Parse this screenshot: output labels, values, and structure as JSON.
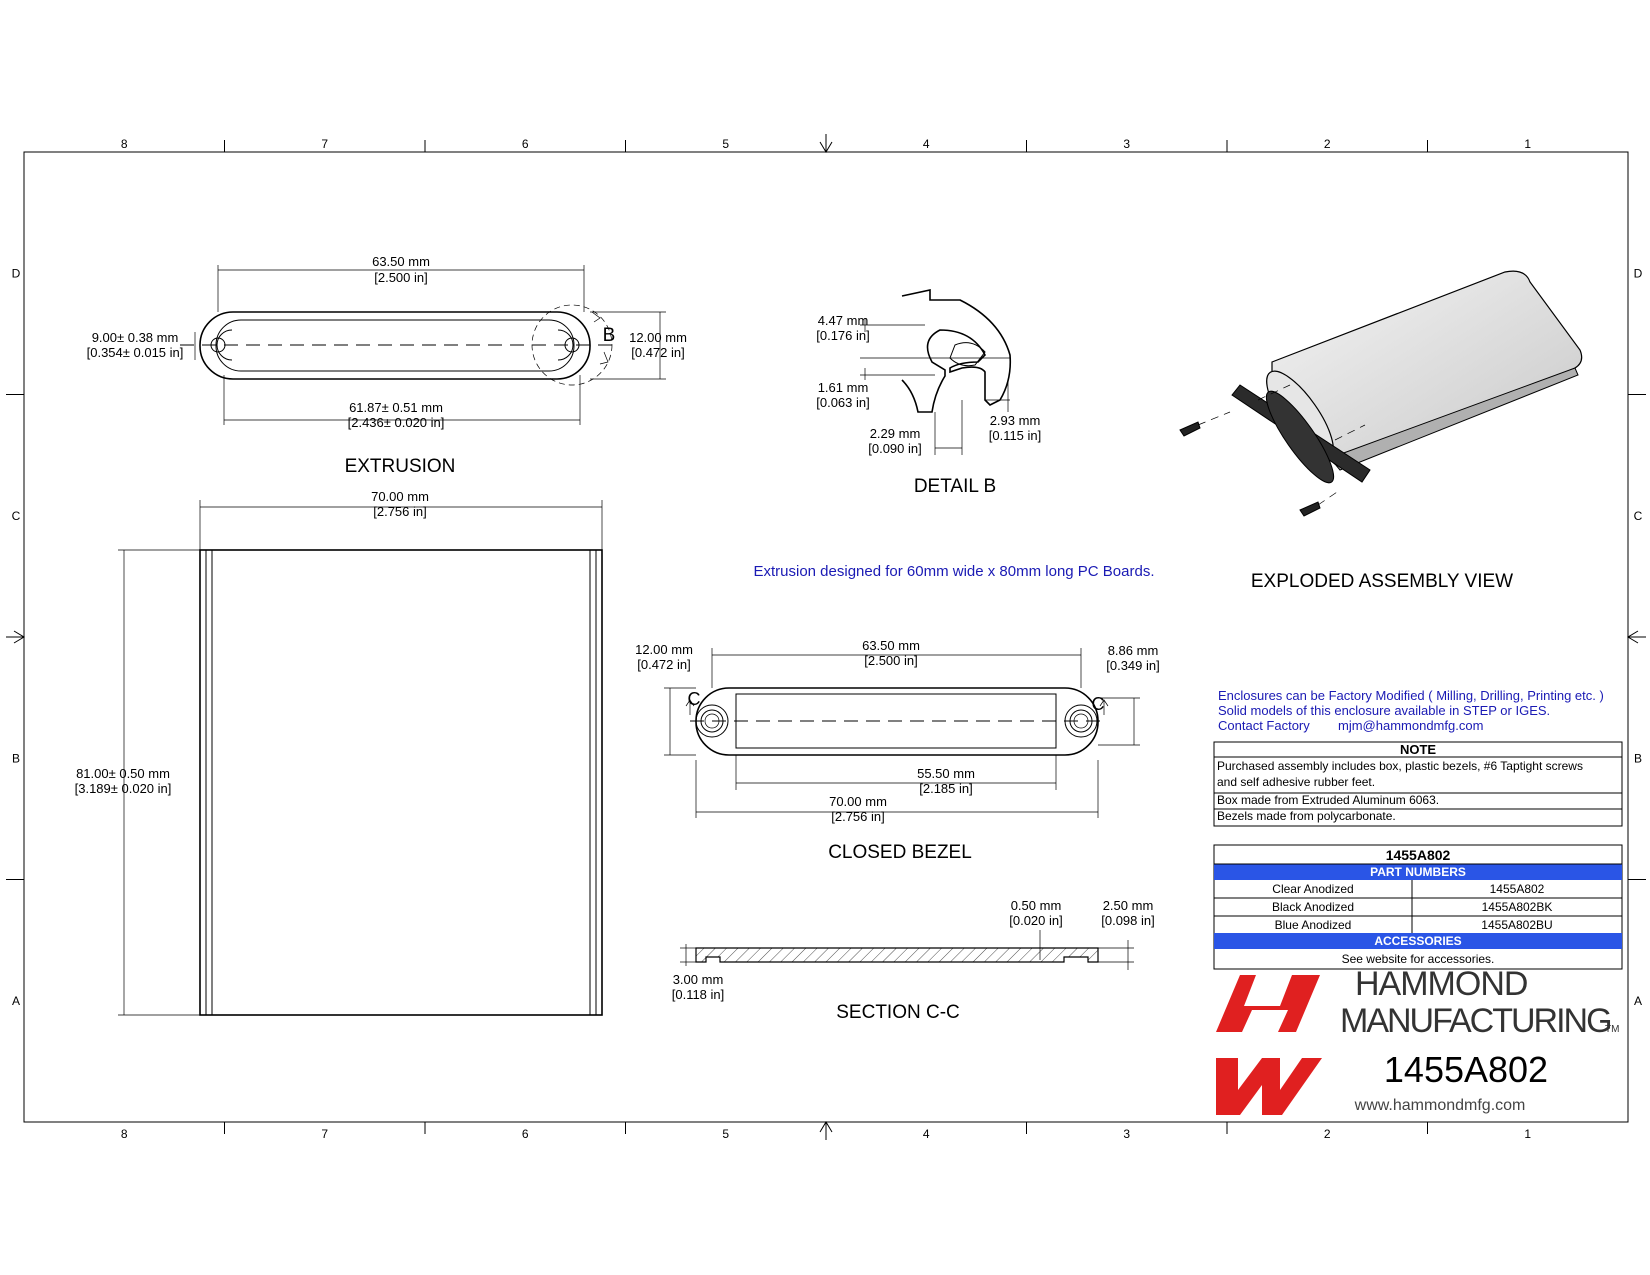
{
  "zones": {
    "columns": [
      "8",
      "7",
      "6",
      "5",
      "4",
      "3",
      "2",
      "1"
    ],
    "rows": [
      "D",
      "C",
      "B",
      "A"
    ]
  },
  "views": {
    "extrusion": {
      "title": "EXTRUSION",
      "width_mm": "63.50 mm",
      "width_in": "[2.500 in]",
      "height_mm": "12.00 mm",
      "height_in": "[0.472 in]",
      "slot_mm": "9.00± 0.38 mm",
      "slot_in": "[0.354± 0.015 in]",
      "inner_mm": "61.87± 0.51 mm",
      "inner_in": "[2.436± 0.020 in]",
      "detail_tag": "B"
    },
    "detail_b": {
      "title": "DETAIL  B",
      "d1_mm": "4.47 mm",
      "d1_in": "[0.176 in]",
      "d2_mm": "1.61 mm",
      "d2_in": "[0.063 in]",
      "d3_mm": "2.93 mm",
      "d3_in": "[0.115 in]",
      "d4_mm": "2.29 mm",
      "d4_in": "[0.090 in]"
    },
    "exploded": {
      "title": "EXPLODED ASSEMBLY VIEW"
    },
    "side": {
      "width_mm": "70.00 mm",
      "width_in": "[2.756 in]",
      "length_mm": "81.00± 0.50 mm",
      "length_in": "[3.189± 0.020 in]"
    },
    "closed_bezel": {
      "title": "CLOSED BEZEL",
      "h_mm": "12.00 mm",
      "h_in": "[0.472 in]",
      "w_mm": "63.50 mm",
      "w_in": "[2.500 in]",
      "r_mm": "8.86 mm",
      "r_in": "[0.349 in]",
      "inner_mm": "55.50 mm",
      "inner_in": "[2.185 in]",
      "overall_mm": "70.00 mm",
      "overall_in": "[2.756 in]",
      "section_tag": "C"
    },
    "section_cc": {
      "title": "SECTION C-C",
      "a_mm": "0.50 mm",
      "a_in": "[0.020 in]",
      "b_mm": "2.50 mm",
      "b_in": "[0.098 in]",
      "c_mm": "3.00 mm",
      "c_in": "[0.118 in]"
    }
  },
  "design_note": "Extrusion designed for 60mm wide x 80mm long  PC Boards.",
  "factory_note": {
    "line1": "Enclosures can be Factory Modified ( Milling, Drilling, Printing etc. )",
    "line2": "Solid models of this enclosure available in STEP or IGES.",
    "contact_label": "Contact Factory",
    "contact_email": "mjm@hammondmfg.com"
  },
  "note_table": {
    "header": "NOTE",
    "rows": [
      "Purchased assembly includes box, plastic bezels, #6 Taptight screws",
      "and self adhesive rubber feet.",
      "Box made from Extruded Aluminum 6063.",
      "Bezels made from polycarbonate."
    ]
  },
  "parts_table": {
    "title": "1455A802",
    "part_numbers_header": "PART NUMBERS",
    "rows": [
      {
        "finish": "Clear Anodized",
        "part": "1455A802"
      },
      {
        "finish": "Black Anodized",
        "part": "1455A802BK"
      },
      {
        "finish": "Blue Anodized",
        "part": "1455A802BU"
      }
    ],
    "accessories_header": "ACCESSORIES",
    "accessories_text": "See website for accessories."
  },
  "title_block": {
    "brand_line1": "HAMMOND",
    "brand_line2": "MANUFACTURING",
    "tm": "TM",
    "part_number": "1455A802",
    "website": "www.hammondmfg.com"
  },
  "colors": {
    "table_header": "#2a55e6",
    "blue_text": "#1a1ab4",
    "logo_red": "#e02020"
  }
}
